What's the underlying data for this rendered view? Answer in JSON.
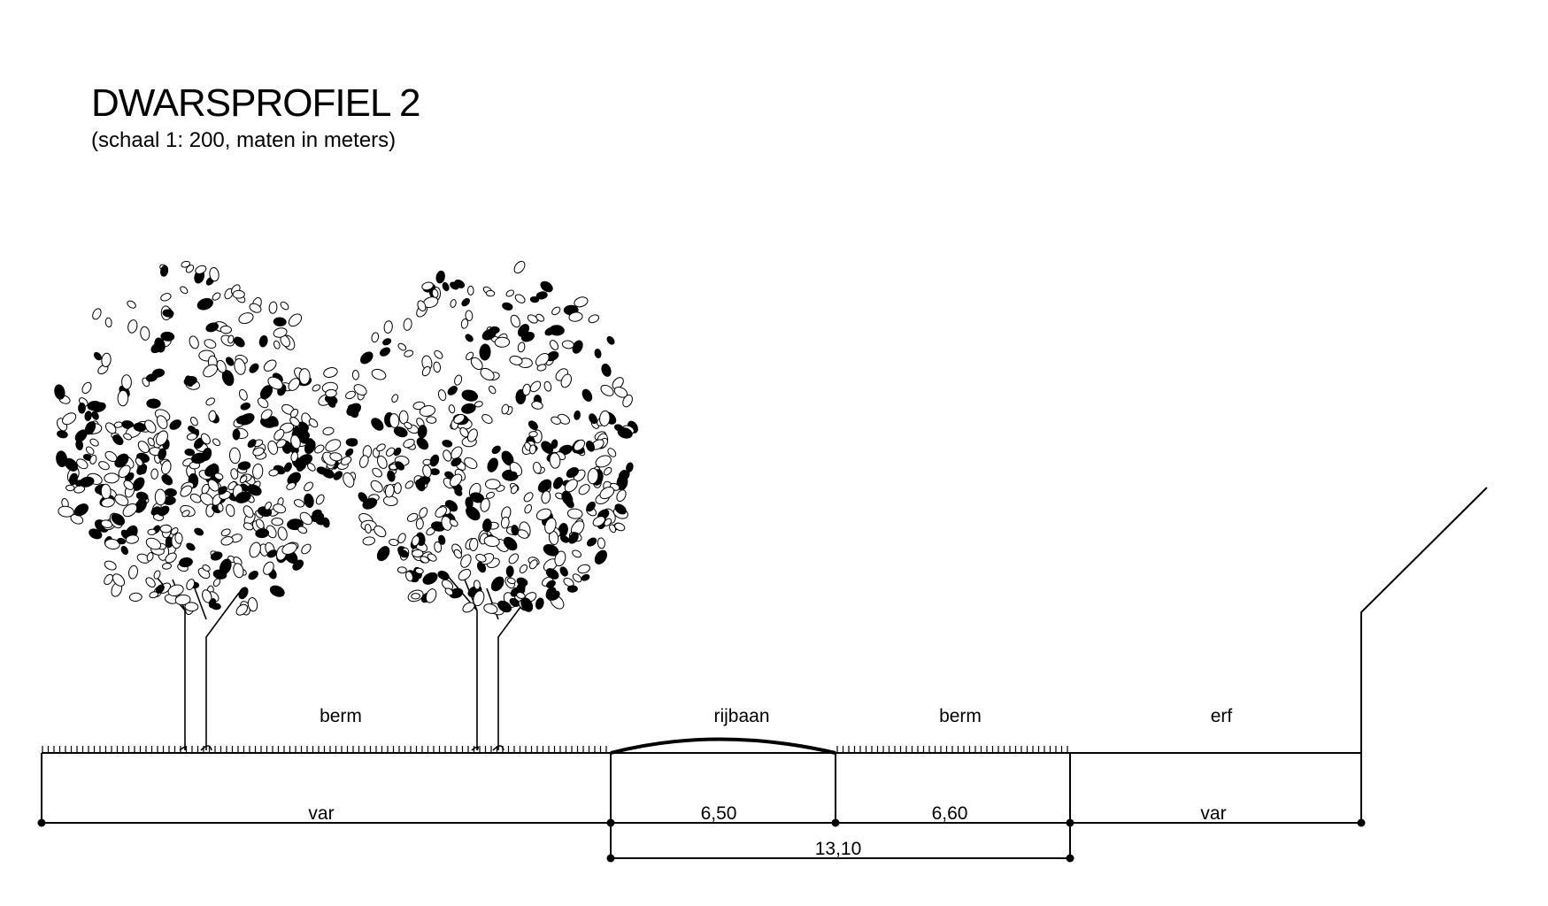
{
  "header": {
    "title": "DWARSPROFIEL 2",
    "subtitle": "(schaal 1: 200, maten in meters)"
  },
  "zones": {
    "berm_left": "berm",
    "rijbaan": "rijbaan",
    "berm_right": "berm",
    "erf": "erf"
  },
  "dimensions": {
    "var_left": "var",
    "rijbaan_width": "6,50",
    "berm_width": "6,60",
    "var_right": "var",
    "total": "13,10"
  },
  "colors": {
    "line": "#000000",
    "background": "#ffffff"
  }
}
